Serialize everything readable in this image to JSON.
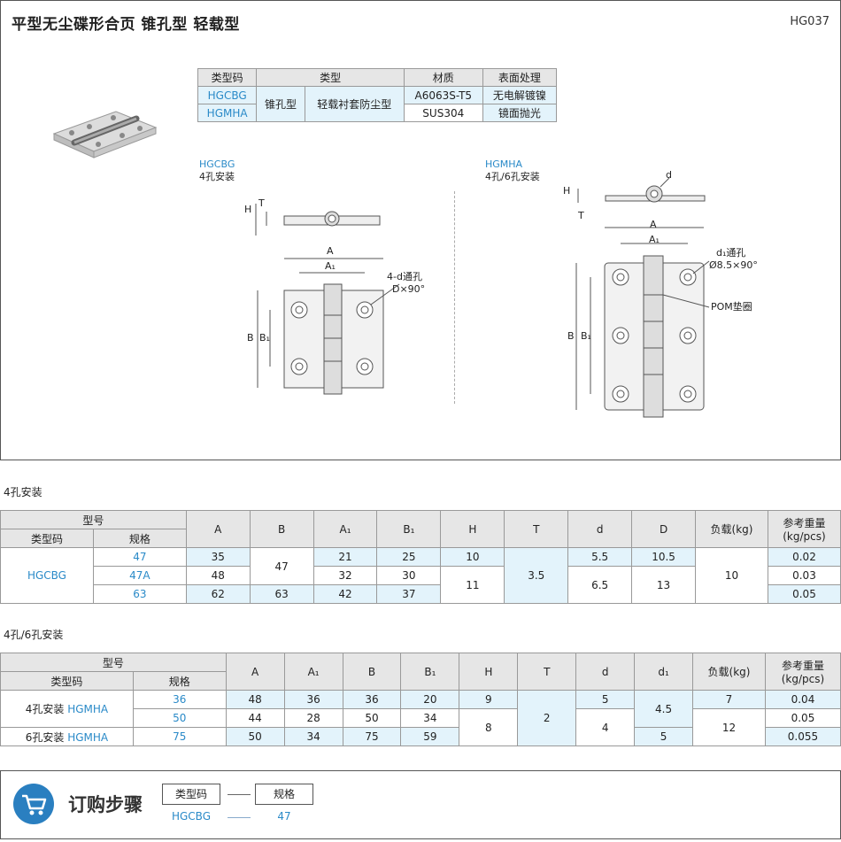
{
  "header": {
    "title": "平型无尘碟形合页  锥孔型  轻载型",
    "code": "HG037"
  },
  "type_table": {
    "headers": [
      "类型码",
      "类型",
      "材质",
      "表面处理"
    ],
    "codes": [
      "HGCBG",
      "HGMHA"
    ],
    "type_main": "锥孔型",
    "type_sub": "轻载衬套防尘型",
    "materials": [
      "A6063S-T5",
      "SUS304"
    ],
    "finishes": [
      "无电解镀镍",
      "镜面抛光"
    ]
  },
  "diagram_left": {
    "code": "HGCBG",
    "mount": "4孔安装",
    "dims": {
      "H": "H",
      "T": "T",
      "A": "A",
      "A1": "A₁",
      "B": "B",
      "B1": "B₁",
      "hole": "4-d通孔",
      "countersink": "D×90°"
    }
  },
  "diagram_right": {
    "code": "HGMHA",
    "mount": "4孔/6孔安装",
    "dims": {
      "d": "d",
      "H": "H",
      "T": "T",
      "A": "A",
      "A1": "A₁",
      "B": "B",
      "B1": "B₁",
      "hole": "d₁通孔",
      "countersink": "Ø8.5×90°",
      "pad": "POM垫圈"
    }
  },
  "table1": {
    "section": "4孔安装",
    "h_model": "型号",
    "h_code": "类型码",
    "h_spec": "规格",
    "cols": [
      "A",
      "B",
      "A₁",
      "B₁",
      "H",
      "T",
      "d",
      "D",
      "负载(kg)"
    ],
    "h_weight": "参考重量 (kg/pcs)",
    "code": "HGCBG",
    "specs": [
      "47",
      "47A",
      "63"
    ],
    "A": [
      "35",
      "48",
      "62"
    ],
    "B": [
      "47",
      "63"
    ],
    "A1": [
      "21",
      "32",
      "42"
    ],
    "B1": [
      "25",
      "30",
      "37"
    ],
    "H": [
      "10",
      "11"
    ],
    "T": "3.5",
    "d": [
      "5.5",
      "6.5"
    ],
    "D": [
      "10.5",
      "13"
    ],
    "load": "10",
    "weight": [
      "0.02",
      "0.03",
      "0.05"
    ]
  },
  "table2": {
    "section": "4孔/6孔安装",
    "h_model": "型号",
    "h_code": "类型码",
    "h_spec": "规格",
    "cols": [
      "A",
      "A₁",
      "B",
      "B₁",
      "H",
      "T",
      "d",
      "d₁",
      "负载(kg)"
    ],
    "h_weight": "参考重量 (kg/pcs)",
    "row_prefix": [
      "4孔安装",
      "6孔安装"
    ],
    "code": "HGMHA",
    "specs": [
      "36",
      "50",
      "75"
    ],
    "A": [
      "48",
      "44",
      "50"
    ],
    "A1": [
      "36",
      "28",
      "34"
    ],
    "B": [
      "36",
      "50",
      "75"
    ],
    "B1": [
      "20",
      "34",
      "59"
    ],
    "H": [
      "9",
      "8"
    ],
    "T": "2",
    "d": [
      "5",
      "4"
    ],
    "d1": [
      "4.5",
      "5"
    ],
    "load": [
      "7",
      "12"
    ],
    "weight": [
      "0.04",
      "0.05",
      "0.055"
    ]
  },
  "order": {
    "title": "订购步骤",
    "box_code": "类型码",
    "box_spec": "规格",
    "val_code": "HGCBG",
    "val_spec": "47",
    "icon": "cart-icon"
  },
  "colors": {
    "accent": "#2a8ac8",
    "light_blue": "#e3f3fb",
    "header_gray": "#e6e6e6"
  }
}
